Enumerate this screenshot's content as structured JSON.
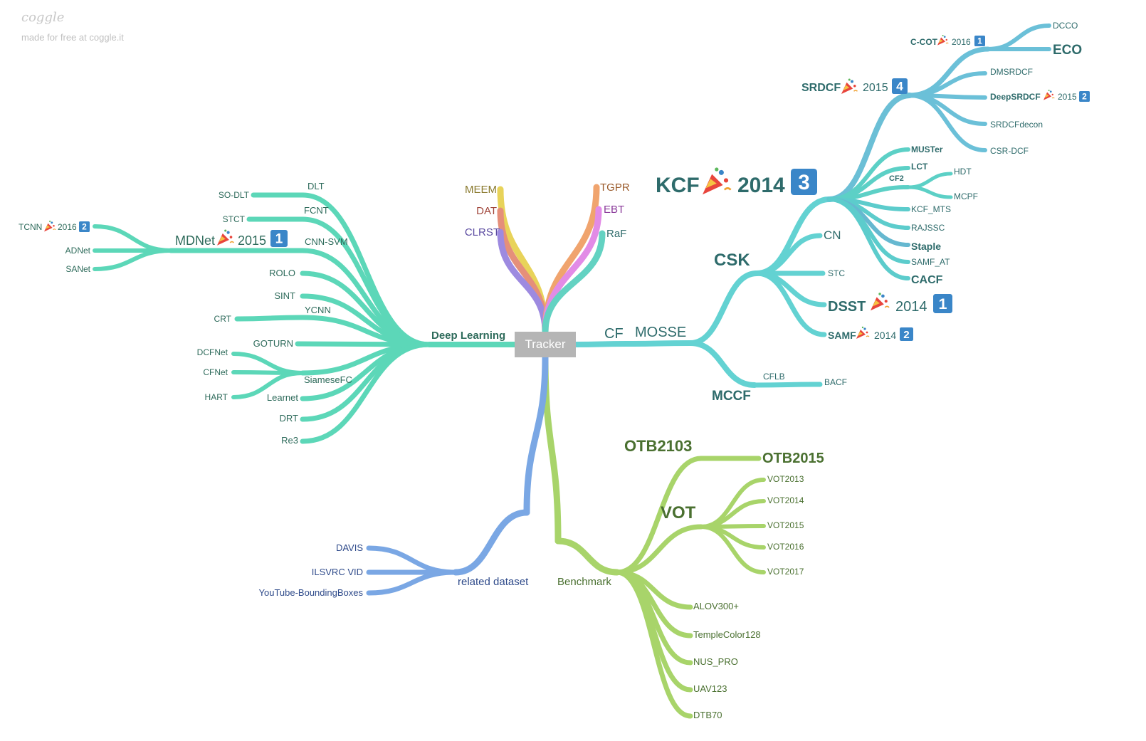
{
  "watermark": {
    "logo": "coggle",
    "tagline": "made for free at coggle.it"
  },
  "center": {
    "label": "Tracker"
  },
  "colors": {
    "cf": "#63d2d2",
    "deep": "#5cd7b8",
    "benchmark": "#a8d46a",
    "dataset": "#7aa7e4",
    "badge": "#3a86c8"
  },
  "nodes": {
    "meem": "MEEM",
    "dat": "DAT",
    "clrst": "CLRST",
    "tgpr": "TGPR",
    "ebt": "EBT",
    "raf": "RaF",
    "deep_learning": "Deep Learning",
    "dlt": "DLT",
    "so_dlt": "SO-DLT",
    "fcnt": "FCNT",
    "stct": "STCT",
    "cnn_svm": "CNN-SVM",
    "mdnet": "MDNet",
    "mdnet_year": "2015",
    "mdnet_badge": "1",
    "tcnn": "TCNN",
    "tcnn_year": "2016",
    "tcnn_badge": "2",
    "adnet": "ADNet",
    "sanet": "SANet",
    "rolo": "ROLO",
    "sint": "SINT",
    "ycnn": "YCNN",
    "crt": "CRT",
    "goturn": "GOTURN",
    "siamesefc": "SiameseFC",
    "dcfnet": "DCFNet",
    "cfnet": "CFNet",
    "hart": "HART",
    "learnet": "Learnet",
    "drt": "DRT",
    "re3": "Re3",
    "cf": "CF",
    "mosse": "MOSSE",
    "csk": "CSK",
    "mccf": "MCCF",
    "cflb": "CFLB",
    "bacf": "BACF",
    "kcf": "KCF",
    "kcf_year": "2014",
    "kcf_badge": "3",
    "cn": "CN",
    "stc": "STC",
    "dsst": "DSST",
    "dsst_year": "2014",
    "dsst_badge": "1",
    "samf": "SAMF",
    "samf_year": "2014",
    "samf_badge": "2",
    "srdcf": "SRDCF",
    "srdcf_year": "2015",
    "srdcf_badge": "4",
    "ccot": "C-COT",
    "ccot_year": "2016",
    "ccot_badge": "1",
    "dcco": "DCCO",
    "eco": "ECO",
    "dmsrdcf": "DMSRDCF",
    "deepsrdcf": "DeepSRDCF",
    "deepsrdcf_year": "2015",
    "deepsrdcf_badge": "2",
    "srdcfdecon": "SRDCFdecon",
    "csr_dcf": "CSR-DCF",
    "muster": "MUSTer",
    "lct": "LCT",
    "cf2": "CF2",
    "hdt": "HDT",
    "mcpf": "MCPF",
    "kcf_mts": "KCF_MTS",
    "rajssc": "RAJSSC",
    "staple": "Staple",
    "samf_at": "SAMF_AT",
    "cacf": "CACF",
    "benchmark": "Benchmark",
    "otb2103": "OTB2103",
    "otb2015": "OTB2015",
    "vot": "VOT",
    "vot2013": "VOT2013",
    "vot2014": "VOT2014",
    "vot2015": "VOT2015",
    "vot2016": "VOT2016",
    "vot2017": "VOT2017",
    "alov300": "ALOV300+",
    "templecolor128": "TempleColor128",
    "nus_pro": "NUS_PRO",
    "uav123": "UAV123",
    "dtb70": "DTB70",
    "related_dataset": "related dataset",
    "davis": "DAVIS",
    "ilsvrc_vid": "ILSVRC VID",
    "youtube_bb": "YouTube-BoundingBoxes"
  }
}
